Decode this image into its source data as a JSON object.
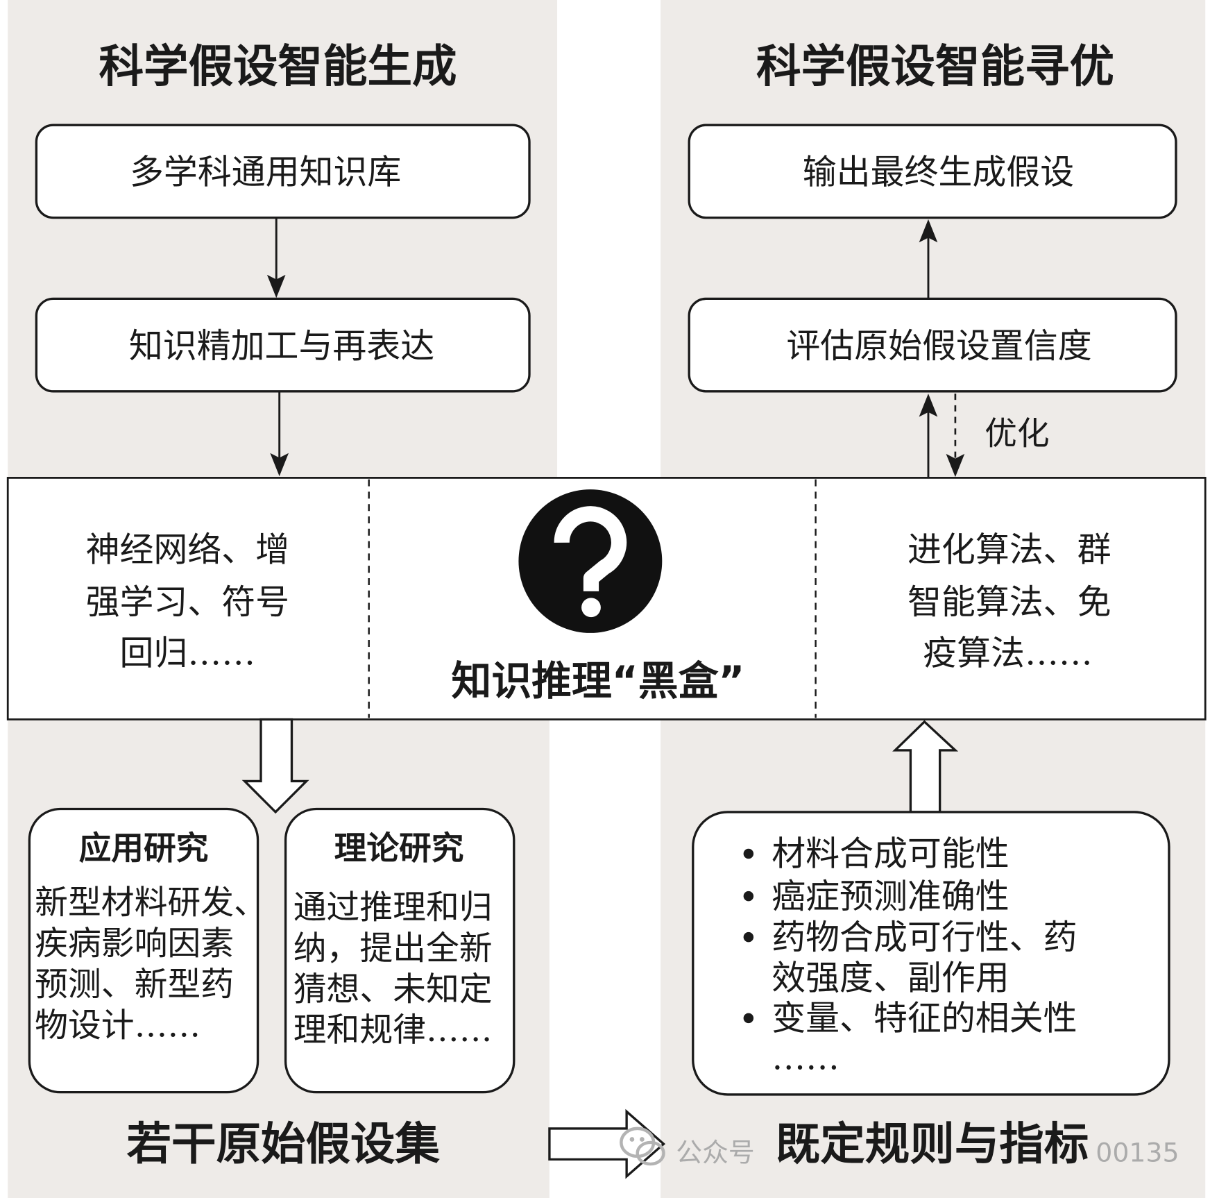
{
  "generation": {
    "title": "科学假设智能生成",
    "steps": [
      "多学科通用知识库",
      "知识精加工与再表达"
    ],
    "methods_lines": [
      "神经网络、增",
      "强学习、符号",
      "回归……"
    ],
    "hypothesis_sets": [
      {
        "title": "应用研究",
        "lines": [
          "新型材料研发、",
          "疾病影响因素",
          "预测、新型药",
          "物设计……"
        ]
      },
      {
        "title": "理论研究",
        "lines": [
          "通过推理和归",
          "纳，提出全新",
          "猜想、未知定",
          "理和规律……"
        ]
      }
    ],
    "output_label": "若干原始假设集"
  },
  "black_box": {
    "label": "知识推理“黑盒”",
    "icon": "question-mark-icon"
  },
  "optimization": {
    "title": "科学假设智能寻优",
    "steps": [
      "输出最终生成假设",
      "评估原始假设置信度"
    ],
    "feedback_label": "优化",
    "methods_lines": [
      "进化算法、群",
      "智能算法、免",
      "疫算法……"
    ],
    "criteria": [
      {
        "lines": [
          "材料合成可能性"
        ]
      },
      {
        "lines": [
          "癌症预测准确性"
        ]
      },
      {
        "lines": [
          "药物合成可行性、药",
          "效强度、副作用"
        ]
      },
      {
        "lines": [
          "变量、特征的相关性"
        ]
      }
    ],
    "criteria_more": "……",
    "criteria_label": "既定规则与指标"
  },
  "watermark": {
    "icon": "wechat-icon",
    "text_left": "公众号",
    "text_right": "00135"
  },
  "colors": {
    "panel_bg": "#eeebe8",
    "stroke": "#1a1a1a",
    "watermark": "#ababab"
  }
}
